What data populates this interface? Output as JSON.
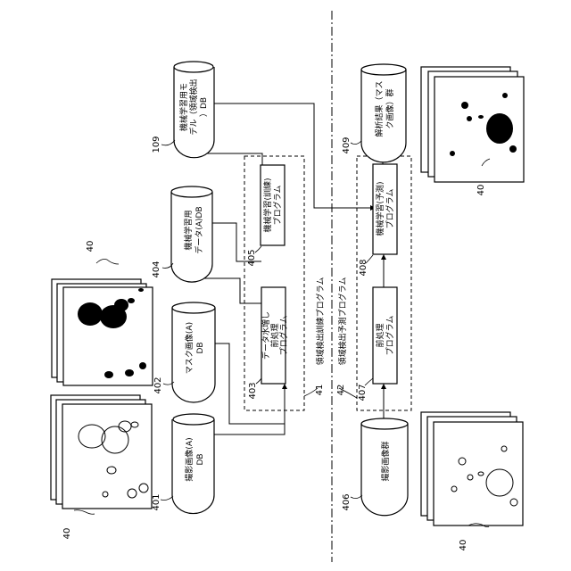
{
  "ref_labels": {
    "db_109": "109",
    "db_404": "404",
    "db_402": "402",
    "db_401": "401",
    "db_409": "409",
    "db_406": "406",
    "box_405": "405",
    "box_403": "403",
    "box_408": "408",
    "box_407": "407",
    "group_41": "41",
    "group_42": "42",
    "img_40_top_left": "40",
    "img_40_bottom_left": "40",
    "img_40_top_right": "40",
    "img_40_bottom_right": "40"
  },
  "databases": {
    "ml_model_db": [
      "機械学習用モ",
      "デル（領域検出",
      "）DB"
    ],
    "training_data_db": [
      "機械学習用",
      "データ(A)DB"
    ],
    "mask_image_db": [
      "マスク画像(A)",
      "DB"
    ],
    "photo_image_db": [
      "撮影画像(A)",
      "DB"
    ],
    "analysis_result_db": [
      "解析結果（マス",
      "ク画像）群"
    ],
    "photo_image_group": [
      "撮影画像群"
    ]
  },
  "programs": {
    "ml_training": [
      "機械学習(訓練)",
      "プログラム"
    ],
    "data_augment": [
      "データ水増し",
      "前処理",
      "プログラム"
    ],
    "ml_predict": [
      "機械学習(予測)",
      "プログラム"
    ],
    "preprocess": [
      "前処理",
      "プログラム"
    ]
  },
  "groups": {
    "training_group": "領域検出訓練プログラム",
    "predict_group": "領域検出予測プログラム"
  }
}
